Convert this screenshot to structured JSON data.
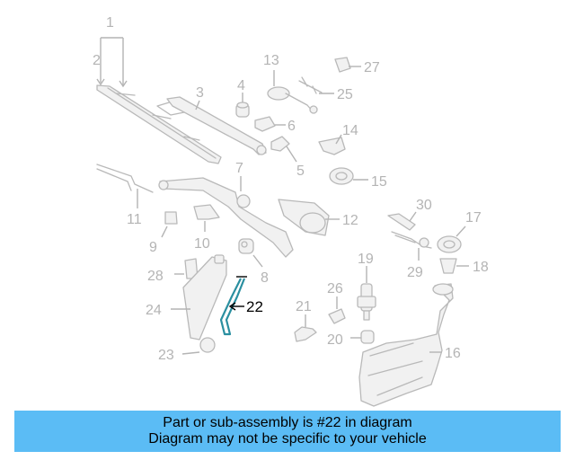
{
  "callouts": [
    {
      "id": "1",
      "label": "1"
    },
    {
      "id": "2",
      "label": "2"
    },
    {
      "id": "3",
      "label": "3"
    },
    {
      "id": "4",
      "label": "4"
    },
    {
      "id": "5",
      "label": "5"
    },
    {
      "id": "6",
      "label": "6"
    },
    {
      "id": "7",
      "label": "7"
    },
    {
      "id": "8",
      "label": "8"
    },
    {
      "id": "9",
      "label": "9"
    },
    {
      "id": "10",
      "label": "10"
    },
    {
      "id": "11",
      "label": "11"
    },
    {
      "id": "12",
      "label": "12"
    },
    {
      "id": "13",
      "label": "13"
    },
    {
      "id": "14",
      "label": "14"
    },
    {
      "id": "15",
      "label": "15"
    },
    {
      "id": "16",
      "label": "16"
    },
    {
      "id": "17",
      "label": "17"
    },
    {
      "id": "18",
      "label": "18"
    },
    {
      "id": "19",
      "label": "19"
    },
    {
      "id": "20",
      "label": "20"
    },
    {
      "id": "21",
      "label": "21"
    },
    {
      "id": "22",
      "label": "22",
      "highlighted": true
    },
    {
      "id": "23",
      "label": "23"
    },
    {
      "id": "24",
      "label": "24"
    },
    {
      "id": "25",
      "label": "25"
    },
    {
      "id": "26",
      "label": "26"
    },
    {
      "id": "27",
      "label": "27"
    },
    {
      "id": "28",
      "label": "28"
    },
    {
      "id": "29",
      "label": "29"
    },
    {
      "id": "30",
      "label": "30"
    }
  ],
  "highlight_color": "#2a8fa0",
  "banner": {
    "line1": "Part or sub-assembly is #22 in diagram",
    "line2": "Diagram may not be specific to your vehicle",
    "background": "#5bbcf5"
  }
}
